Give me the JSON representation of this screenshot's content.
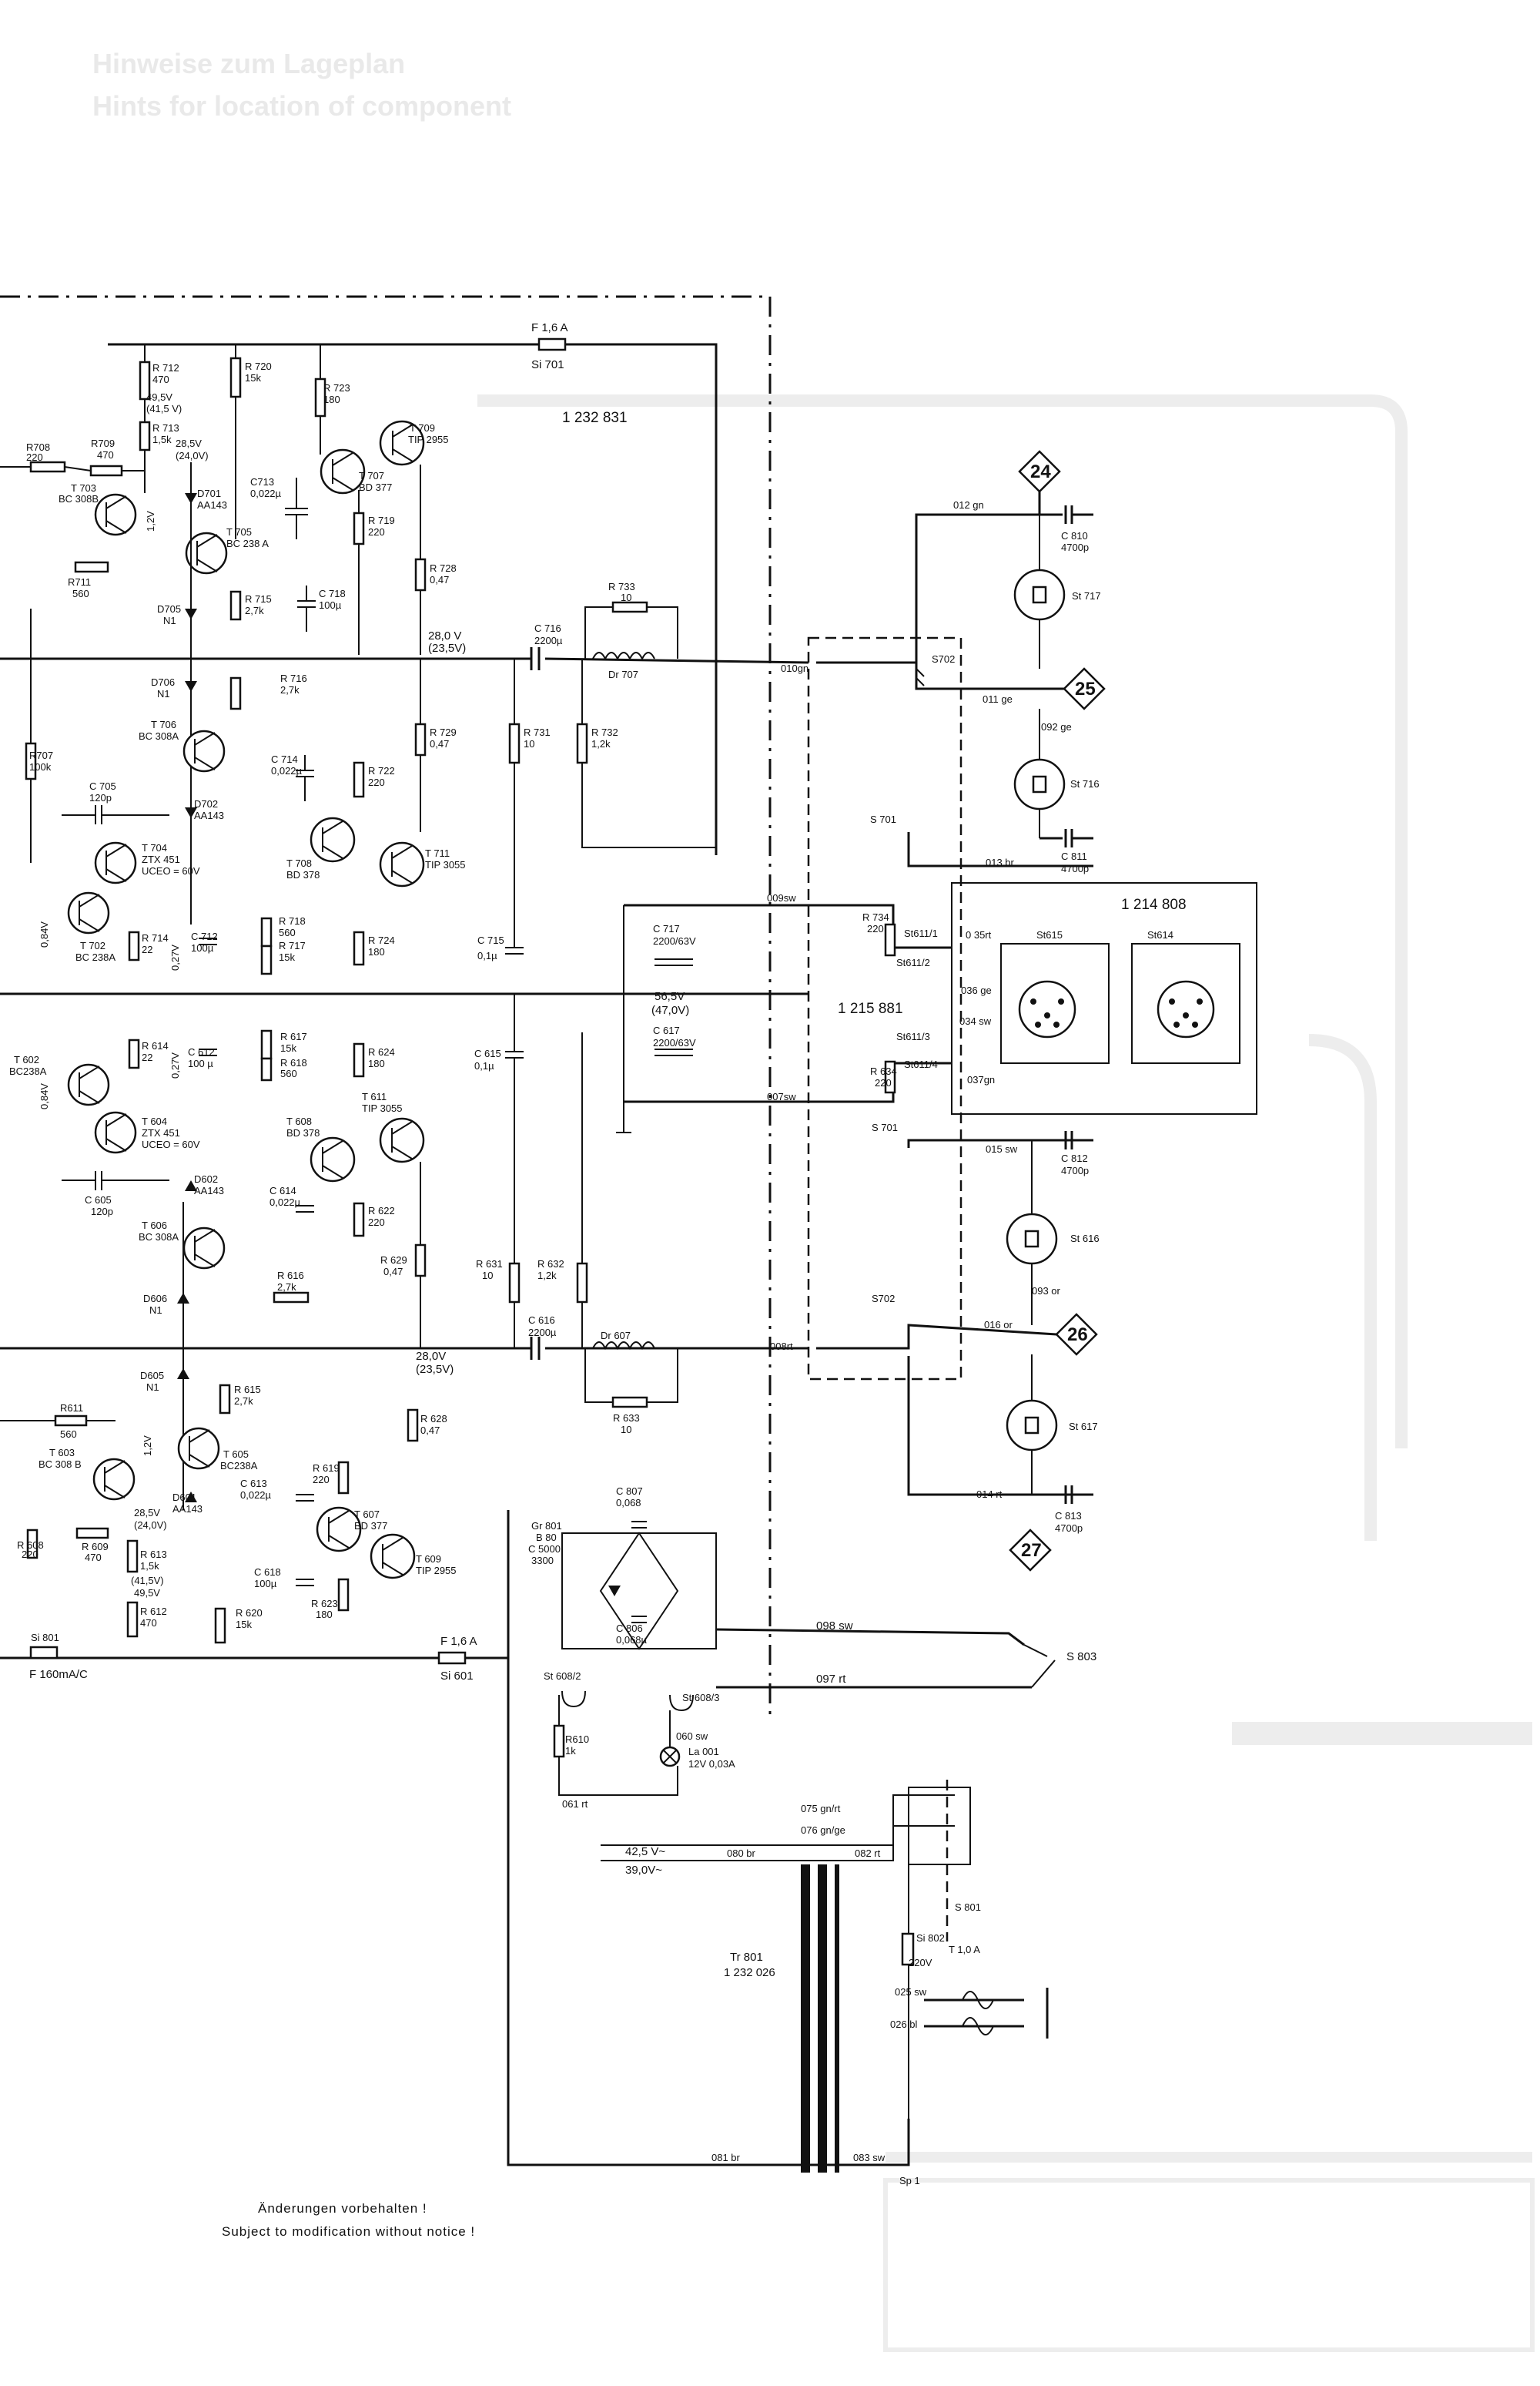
{
  "header": {
    "line1": "Hinweise zum Lageplan",
    "line2": "Hints for location of component"
  },
  "boards": {
    "power_amp": "1 232 831",
    "speaker_switch": "1 215 881",
    "socket_board": "1 214 808"
  },
  "nodes": [
    "24",
    "25",
    "26",
    "27"
  ],
  "upper_channel": {
    "fuse": {
      "ref": "F 1,6 A",
      "name": "Si 701"
    },
    "resistors": [
      {
        "ref": "R 712",
        "value": "470"
      },
      {
        "ref": "R 713",
        "value": "1,5k"
      },
      {
        "ref": "R 720",
        "value": "15k"
      },
      {
        "ref": "R 723",
        "value": "180"
      },
      {
        "ref": "R708",
        "value": "220"
      },
      {
        "ref": "R709",
        "value": "470"
      },
      {
        "ref": "R711",
        "value": "560"
      },
      {
        "ref": "R 715",
        "value": "2,7k"
      },
      {
        "ref": "R 719",
        "value": "220"
      },
      {
        "ref": "R 728",
        "value": "0,47"
      },
      {
        "ref": "R 733",
        "value": "10"
      },
      {
        "ref": "R 716",
        "value": "2,7k"
      },
      {
        "ref": "R 729",
        "value": "0,47"
      },
      {
        "ref": "R 722",
        "value": "220"
      },
      {
        "ref": "R 731",
        "value": "10"
      },
      {
        "ref": "R 732",
        "value": "1,2k"
      },
      {
        "ref": "R707",
        "value": "100k"
      },
      {
        "ref": "R 714",
        "value": "22"
      },
      {
        "ref": "R 718",
        "value": "560"
      },
      {
        "ref": "R 717",
        "value": "15k"
      },
      {
        "ref": "R 724",
        "value": "180"
      },
      {
        "ref": "R 734",
        "value": "220"
      }
    ],
    "transistors": [
      {
        "ref": "T 703",
        "type": "BC 308B"
      },
      {
        "ref": "T 705",
        "type": "BC 238 A"
      },
      {
        "ref": "T 707",
        "type": "BD 377"
      },
      {
        "ref": "T 709",
        "type": "TIP 2955"
      },
      {
        "ref": "T 706",
        "type": "BC 308A"
      },
      {
        "ref": "T 704",
        "type": "ZTX 451"
      },
      {
        "ref": "T 702",
        "type": "BC 238A"
      },
      {
        "ref": "T 708",
        "type": "BD 378"
      },
      {
        "ref": "T 711",
        "type": "TIP 3055"
      }
    ],
    "diodes": [
      {
        "ref": "D701",
        "type": "AA143"
      },
      {
        "ref": "D705",
        "type": "N1"
      },
      {
        "ref": "D706",
        "type": "N1"
      },
      {
        "ref": "D702",
        "type": "AA143"
      }
    ],
    "capacitors": [
      {
        "ref": "C713",
        "value": "0,022µ"
      },
      {
        "ref": "C 718",
        "value": "100µ"
      },
      {
        "ref": "C 716",
        "value": "2200µ"
      },
      {
        "ref": "C 714",
        "value": "0,022µ"
      },
      {
        "ref": "C 705",
        "value": "120p"
      },
      {
        "ref": "C 712",
        "value": "100µ"
      },
      {
        "ref": "C 715",
        "value": "0,1µ"
      }
    ],
    "choke": "Dr 707",
    "voltages": [
      "49,5V",
      "(41,5 V)",
      "28,5V",
      "(24,0V)",
      "1,2V",
      "28,0 V",
      "(23,5V)",
      "0,84V",
      "0,27V"
    ],
    "uceo": "UCEO = 60V"
  },
  "lower_channel": {
    "fuse": {
      "ref": "F 1,6 A",
      "name": "Si 601"
    },
    "resistors": [
      {
        "ref": "R 614",
        "value": "22"
      },
      {
        "ref": "R 617",
        "value": "15k"
      },
      {
        "ref": "R 618",
        "value": "560"
      },
      {
        "ref": "R 624",
        "value": "180"
      },
      {
        "ref": "R 616",
        "value": "2,7k"
      },
      {
        "ref": "R 622",
        "value": "220"
      },
      {
        "ref": "R 629",
        "value": "0,47"
      },
      {
        "ref": "R 631",
        "value": "10"
      },
      {
        "ref": "R 632",
        "value": "1,2k"
      },
      {
        "ref": "R 615",
        "value": "2,7k"
      },
      {
        "ref": "R 633",
        "value": "10"
      },
      {
        "ref": "R 628",
        "value": "0,47"
      },
      {
        "ref": "R611",
        "value": "560"
      },
      {
        "ref": "R 619",
        "value": "220"
      },
      {
        "ref": "R 608",
        "value": "220"
      },
      {
        "ref": "R 609",
        "value": "470"
      },
      {
        "ref": "R 613",
        "value": "1,5k"
      },
      {
        "ref": "R 612",
        "value": "470"
      },
      {
        "ref": "R 620",
        "value": "15k"
      },
      {
        "ref": "R 623",
        "value": "180"
      },
      {
        "ref": "R 634",
        "value": "220"
      }
    ],
    "transistors": [
      {
        "ref": "T 602",
        "type": "BC238A"
      },
      {
        "ref": "T 604",
        "type": "ZTX 451"
      },
      {
        "ref": "T 608",
        "type": "BD 378"
      },
      {
        "ref": "T 611",
        "type": "TIP 3055"
      },
      {
        "ref": "T 606",
        "type": "BC 308A"
      },
      {
        "ref": "T 603",
        "type": "BC 308 B"
      },
      {
        "ref": "T 605",
        "type": "BC238A"
      },
      {
        "ref": "T 607",
        "type": "BD 377"
      },
      {
        "ref": "T 609",
        "type": "TIP 2955"
      }
    ],
    "diodes": [
      {
        "ref": "D602",
        "type": "AA143"
      },
      {
        "ref": "D606",
        "type": "N1"
      },
      {
        "ref": "D605",
        "type": "N1"
      },
      {
        "ref": "D601",
        "type": "AA143"
      }
    ],
    "capacitors": [
      {
        "ref": "C 612",
        "value": "100 µ"
      },
      {
        "ref": "C 605",
        "value": "120p"
      },
      {
        "ref": "C 614",
        "value": "0,022µ"
      },
      {
        "ref": "C 615",
        "value": "0,1µ"
      },
      {
        "ref": "C 616",
        "value": "2200µ"
      },
      {
        "ref": "C 613",
        "value": "0,022µ"
      },
      {
        "ref": "C 618",
        "value": "100µ"
      }
    ],
    "choke": "Dr 607",
    "voltages": [
      "28,0V",
      "(23,5V)",
      "1,2V",
      "28,5V",
      "(24,0V)",
      "(41,5V)",
      "49,5V",
      "0,84V",
      "0,27V"
    ],
    "uceo": "UCEO = 60V"
  },
  "supply": {
    "caps": [
      {
        "ref": "C 717",
        "value": "2200/63V"
      },
      {
        "ref": "C 617",
        "value": "2200/63V"
      },
      {
        "ref": "C 807",
        "value": "0,068"
      },
      {
        "ref": "C 806",
        "value": "0,068µ"
      }
    ],
    "rail": "56,5V",
    "rail_loaded": "(47,0V)",
    "rectifier": [
      "Gr 801",
      "B 80",
      "C 5000",
      "3300"
    ],
    "mains_fuse": {
      "ref": "Si 801",
      "value": "F 160mA/C"
    },
    "transformer": {
      "ref": "Tr 801",
      "part": "1 232 026"
    },
    "switch": "S 803",
    "lamp": {
      "ref": "La 001",
      "value": "12V 0,03A"
    },
    "r610": {
      "ref": "R610",
      "value": "1k"
    },
    "sockets": [
      "St 608/2",
      "St 608/3"
    ],
    "mains_switch": "S 801",
    "primary_fuse": {
      "ref": "Si 802",
      "value": "T 1,0 A",
      "voltage": "220V"
    },
    "ac_voltages": [
      "42,5 V~",
      "39,0V~"
    ],
    "spool": "Sp 1"
  },
  "wires": [
    "012 gn",
    "010gn",
    "011 ge",
    "092 ge",
    "013 br",
    "009sw",
    "007sw",
    "015 sw",
    "093 or",
    "016 or",
    "008rt",
    "014 rt",
    "098 sw",
    "097 rt",
    "060 sw",
    "061 rt",
    "075 gn/rt",
    "076 gn/ge",
    "080 br",
    "082 rt",
    "081 br",
    "083 sw",
    "025 sw",
    "026 bl"
  ],
  "speaker_section": {
    "caps": [
      {
        "ref": "C 810",
        "value": "4700p"
      },
      {
        "ref": "C 811",
        "value": "4700p"
      },
      {
        "ref": "C 812",
        "value": "4700p"
      },
      {
        "ref": "C 813",
        "value": "4700p"
      }
    ],
    "sockets": [
      "St 717",
      "St 716",
      "St 616",
      "St 617",
      "St615",
      "St614"
    ],
    "switch_labels": [
      "S702",
      "S 701",
      "S 701",
      "S702"
    ],
    "switch_contacts": [
      "St611/1",
      "St611/2",
      "St611/3",
      "St611/4"
    ],
    "pin_wires": [
      "0 35rt",
      "036 ge",
      "034 sw",
      "037gn"
    ]
  },
  "footer": {
    "line1": "Änderungen vorbehalten !",
    "line2": "Subject to modification without notice !"
  }
}
